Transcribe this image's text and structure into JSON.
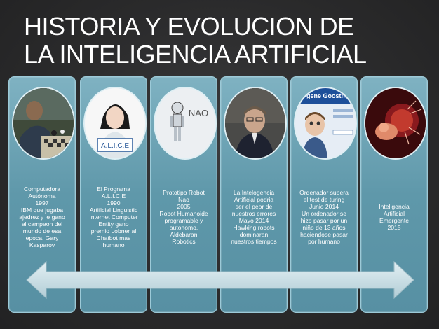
{
  "title": {
    "line1": "HISTORIA Y EVOLUCION DE",
    "line2": "LA INTELIGENCIA ARTIFICIAL"
  },
  "panels": [
    {
      "image": "chess-match-photo",
      "lines": [
        "Computadora",
        "Autónoma",
        "1997",
        "IBM que jugaba",
        "ajedrez y le gano",
        "al campeon del",
        "mundo de esa",
        "epoca. Gary",
        "Kasparov"
      ]
    },
    {
      "image": "alice-chatbot-photo",
      "image_text": "A.L.I.C.E",
      "lines": [
        "El Programa",
        "A.L.I.C.E",
        "1990",
        "Artificial Linguistic",
        "Internet Computer",
        "Entity gano",
        "premio Lobner al",
        "Chatbot mas",
        "humano"
      ]
    },
    {
      "image": "nao-robot-photo",
      "image_text": "NAO",
      "lines": [
        "Prototipo Robot",
        "Nao",
        "2005",
        "Robot Humanoide",
        "programable y",
        "autonomo.",
        "Aldebaran",
        "Robotics"
      ]
    },
    {
      "image": "stephen-hawking-photo",
      "lines": [
        "La Intelogencia",
        "Artificial podria",
        "ser el peor de",
        "nuestros errores",
        "Mayo 2014",
        "Hawking robots",
        "dominaran",
        "nuestros tiempos"
      ]
    },
    {
      "image": "eugene-goostman-photo",
      "image_text": "gene Goostman",
      "lines": [
        "Ordenador supera",
        "el test de turing",
        "Junio 2014",
        "Un ordenador se",
        "hizo pasar por un",
        "niño de 13 años",
        "haciendose pasar",
        "por humano"
      ]
    },
    {
      "image": "emergent-embryo-photo",
      "lines": [
        "Inteligencia",
        "Artificial",
        "Emergente",
        "2015"
      ]
    }
  ],
  "colors": {
    "background": "#2c2c2e",
    "panel": "#6fa6b8",
    "panel_border": "#9ccad8",
    "arrow": "#c4dce4",
    "text": "#ffffff"
  },
  "arrow": {
    "icon": "double-headed-arrow"
  }
}
